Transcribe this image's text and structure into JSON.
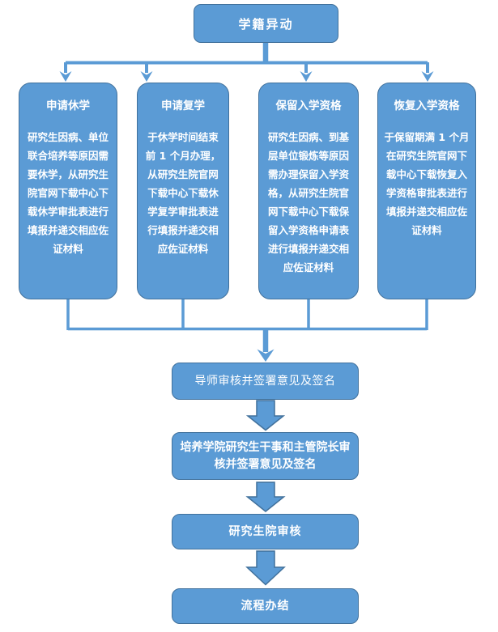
{
  "diagram": {
    "start": "学籍异动",
    "branches": [
      {
        "title": "申请休学",
        "body": "研究生因病、单位联合培养等原因需要休学，从研究生院官网下载中心下载休学审批表进行填报并递交相应佐证材料"
      },
      {
        "title": "申请复学",
        "body": "于休学时间结束前 1 个月办理，从研究生院官网下载中心下载休学复学审批表进行填报并递交相应佐证材料"
      },
      {
        "title": "保留入学资格",
        "body": "研究生因病、到基层单位锻炼等原因需办理保留入学资格，从研究生院官网下载中心下载保留入学资格申请表进行填报并递交相应佐证材料"
      },
      {
        "title": "恢复入学资格",
        "body": "于保留期满 1 个月在研究生院官网下载中心下载恢复入学资格审批表进行填报并递交相应佐证材料"
      }
    ],
    "steps": [
      "导师审核并签署意见及签名",
      "培养学院研究生干事和主管院长审核并签署意见及签名",
      "研究生院审核",
      "流程办结"
    ]
  },
  "colors": {
    "box_fill": "#5B9BD5",
    "box_border": "#41719C",
    "connector": "#5B9BD5",
    "text": "#FFFFFF"
  }
}
